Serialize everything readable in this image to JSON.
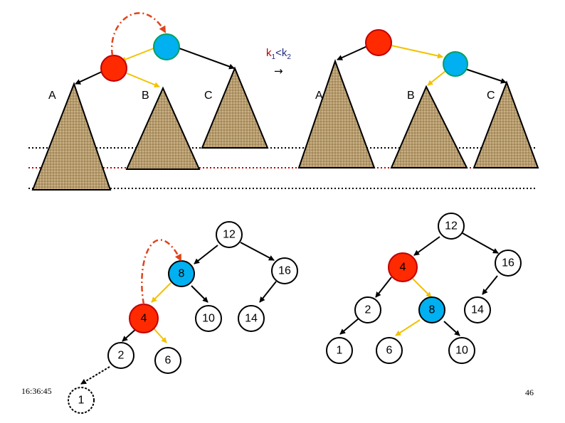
{
  "top_diagram": {
    "before": {
      "subtree_labels": [
        "A",
        "B",
        "C"
      ]
    },
    "after": {
      "subtree_labels": [
        "A",
        "B",
        "C"
      ]
    },
    "condition": {
      "k1": "k",
      "k1_sub": "1",
      "op": "<",
      "k2": "k",
      "k2_sub": "2"
    },
    "arrow": "→"
  },
  "bottom_left_tree": {
    "nodes": [
      "12",
      "8",
      "16",
      "4",
      "10",
      "14",
      "2",
      "6",
      "1"
    ]
  },
  "bottom_right_tree": {
    "nodes": [
      "12",
      "4",
      "16",
      "2",
      "8",
      "14",
      "1",
      "6",
      "10"
    ]
  },
  "footer": {
    "time": "16:36:45",
    "page": "46"
  },
  "colors": {
    "red_node": "#ff2a00",
    "blue_node": "#00b0f0",
    "yellow_edge": "#f2c200",
    "rotation_arrow": "#e0441c",
    "tree_fill": "#b59a6b",
    "red_dotted_line": "#c00000"
  }
}
